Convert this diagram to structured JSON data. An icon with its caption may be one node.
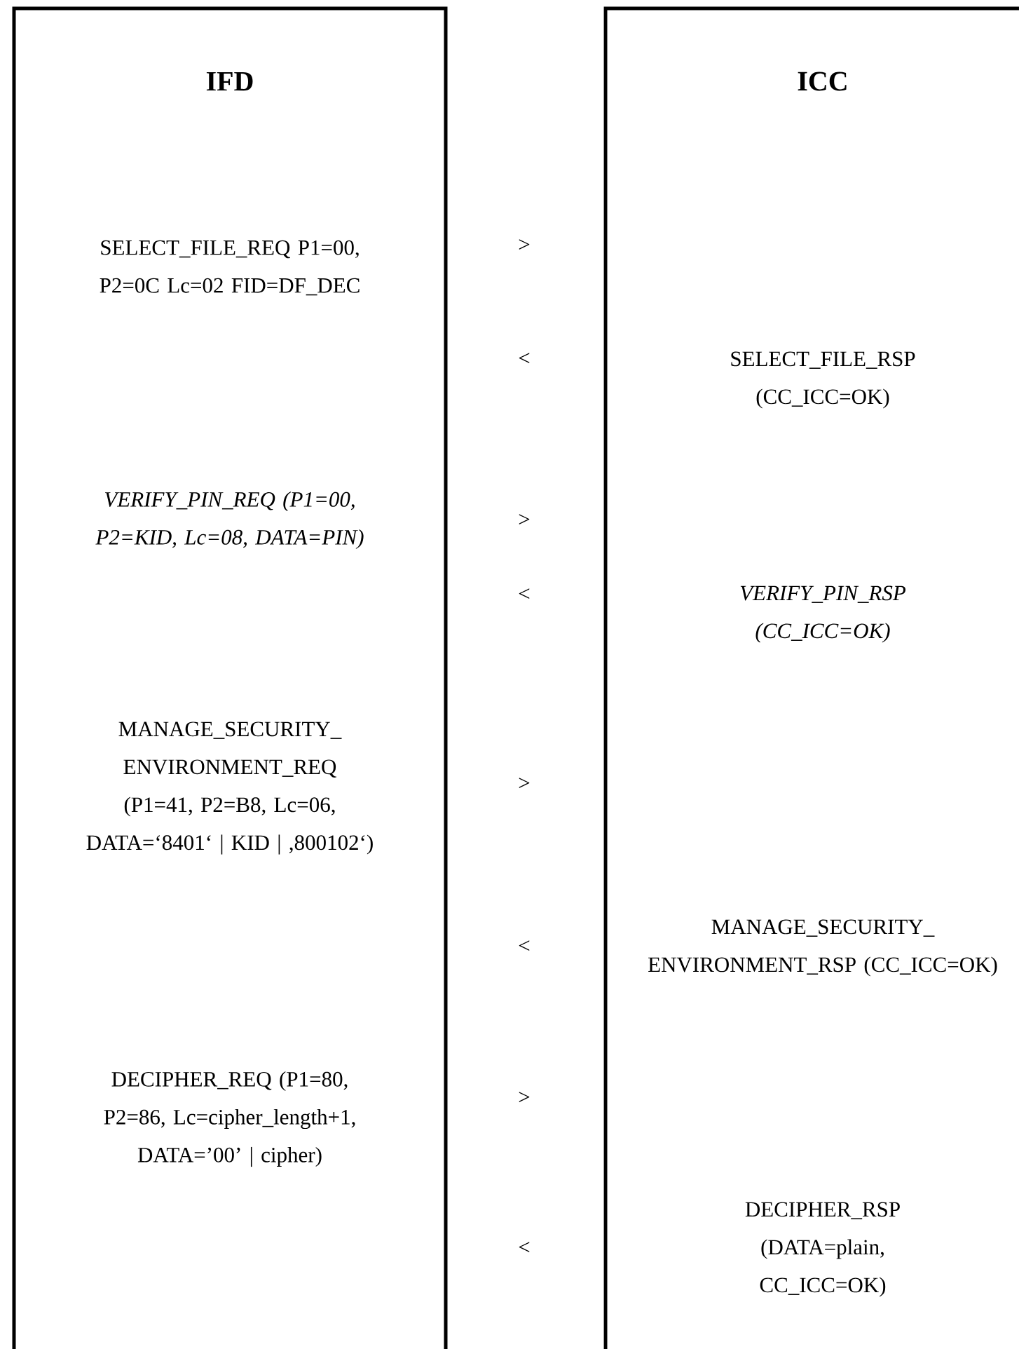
{
  "diagram": {
    "nodes": [
      {
        "text": [
          "IFD",
          "SELECT_FILE_REQ P1=00, P2=0C Lc=02 FID=DF_DEC",
          "VERIFY_PIN_REQ (P1=00, P2=KID, Lc=08, DATA=PIN)",
          "MANAGE_SECURITY_ ENVIRONMENT_REQ (P1=41, P2=B8, Lc=06, DATA=‘8401‘ | KID | ,800102‘)",
          "DECIPHER_REQ (P1=80, P2=86, Lc=cipher_length+1, DATA=’00’ | cipher)"
        ]
      },
      {
        "text": [
          "ICC",
          "SELECT_FILE_RSP (CC_ICC=OK)",
          "VERIFY_PIN_RSP (CC_ICC=OK)",
          "MANAGE_SECURITY_ ENVIRONMENT_RSP (CC_ICC=OK)",
          "DECIPHER_RSP (DATA=plain, CC_ICC=OK)"
        ]
      }
    ],
    "labels": [
      ">",
      "<",
      ">",
      "<",
      ">",
      "<",
      ">",
      "<"
    ]
  }
}
